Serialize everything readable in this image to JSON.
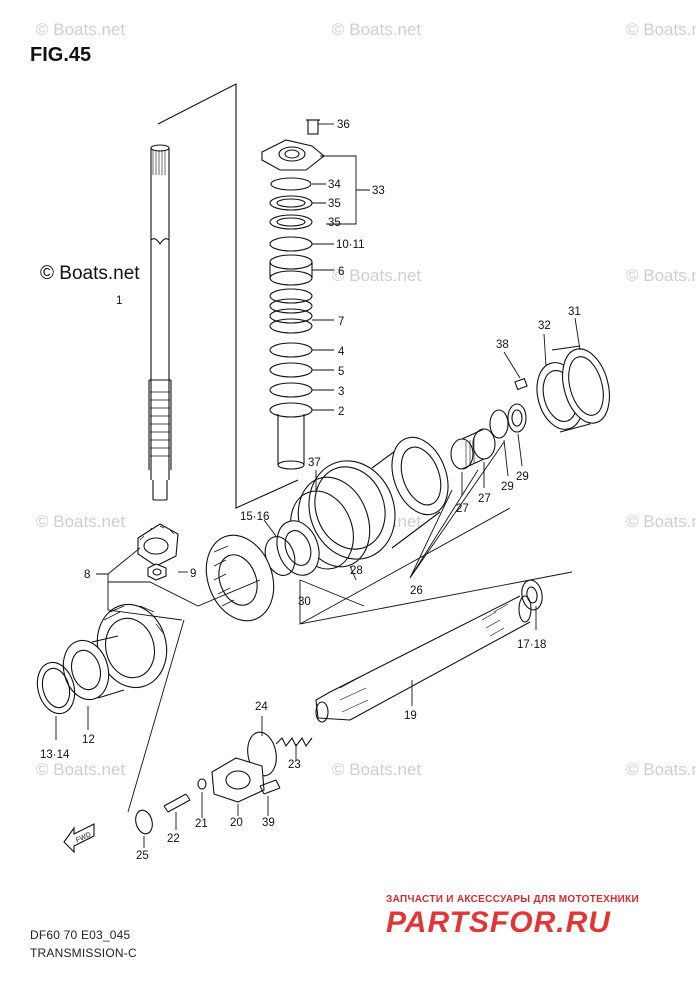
{
  "figure": {
    "title": "FIG.45",
    "copyright": "© Boats.net",
    "watermark": "© Boats.net",
    "footer_model": "DF60 70 E03_045",
    "footer_section": "TRANSMISSION-C",
    "brand_subtitle": "ЗАПЧАСТИ И АКСЕССУАРЫ ДЛЯ МОТОТЕХНИКИ",
    "brand_name": "PARTSFOR.RU",
    "direction_icon": "fwd-arrow-icon",
    "direction_label": "FWD"
  },
  "callouts": [
    {
      "id": "c1",
      "label": "1"
    },
    {
      "id": "c2",
      "label": "2"
    },
    {
      "id": "c3",
      "label": "3"
    },
    {
      "id": "c4",
      "label": "4"
    },
    {
      "id": "c5",
      "label": "5"
    },
    {
      "id": "c6",
      "label": "6"
    },
    {
      "id": "c7",
      "label": "7"
    },
    {
      "id": "c8",
      "label": "8"
    },
    {
      "id": "c9",
      "label": "9"
    },
    {
      "id": "c1011",
      "label": "10·11"
    },
    {
      "id": "c12",
      "label": "12"
    },
    {
      "id": "c1314",
      "label": "13·14"
    },
    {
      "id": "c1516",
      "label": "15·16"
    },
    {
      "id": "c1718",
      "label": "17·18"
    },
    {
      "id": "c19",
      "label": "19"
    },
    {
      "id": "c20",
      "label": "20"
    },
    {
      "id": "c21",
      "label": "21"
    },
    {
      "id": "c22",
      "label": "22"
    },
    {
      "id": "c23",
      "label": "23"
    },
    {
      "id": "c24",
      "label": "24"
    },
    {
      "id": "c25",
      "label": "25"
    },
    {
      "id": "c26",
      "label": "26"
    },
    {
      "id": "c27a",
      "label": "27"
    },
    {
      "id": "c27b",
      "label": "27"
    },
    {
      "id": "c28",
      "label": "28"
    },
    {
      "id": "c29a",
      "label": "29"
    },
    {
      "id": "c29b",
      "label": "29"
    },
    {
      "id": "c30",
      "label": "30"
    },
    {
      "id": "c31",
      "label": "31"
    },
    {
      "id": "c32",
      "label": "32"
    },
    {
      "id": "c33",
      "label": "33"
    },
    {
      "id": "c34",
      "label": "34"
    },
    {
      "id": "c35a",
      "label": "35"
    },
    {
      "id": "c35b",
      "label": "35"
    },
    {
      "id": "c36",
      "label": "36"
    },
    {
      "id": "c37",
      "label": "37"
    },
    {
      "id": "c38",
      "label": "38"
    },
    {
      "id": "c39",
      "label": "39"
    }
  ]
}
